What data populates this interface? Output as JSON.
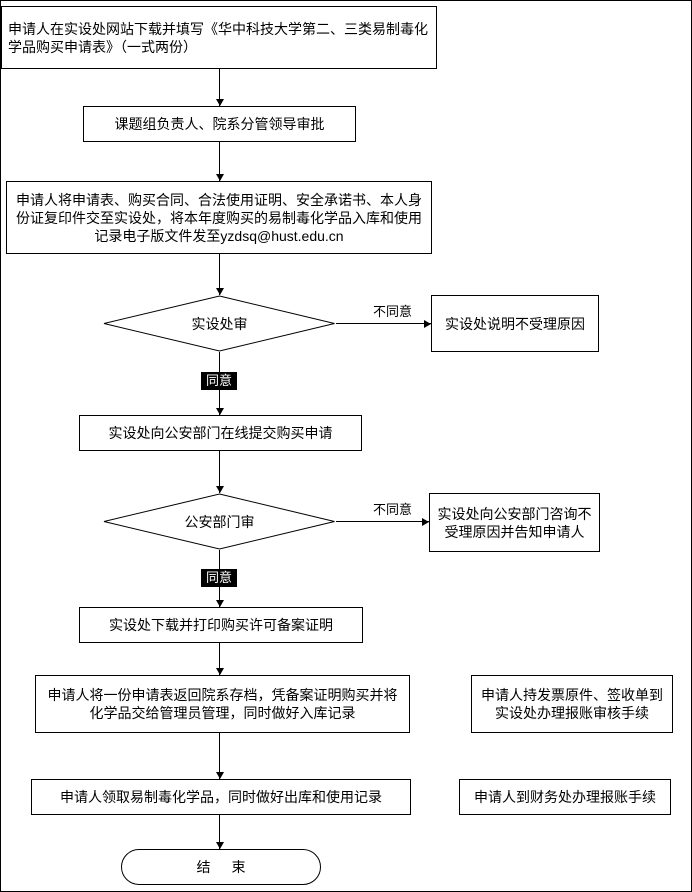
{
  "diagram": {
    "nodes": {
      "step1": "申请人在实设处网站下载并填写《华中科技大学第二、三类易制毒化学品购买申请表》（一式两份）",
      "step2": "课题组负责人、院系分管领导审批",
      "step3": "申请人将申请表、购买合同、合法使用证明、安全承诺书、本人身份证复印件交至实设处，将本年度购买的易制毒化学品入库和使用记录电子版文件发至yzdsq@hust.edu.cn",
      "decision1": "实设处审",
      "reject1": "实设处说明不受理原因",
      "step4": "实设处向公安部门在线提交购买申请",
      "decision2": "公安部门审",
      "reject2": "实设处向公安部门咨询不受理原因并告知申请人",
      "step5": "实设处下载并打印购买许可备案证明",
      "step6": "申请人将一份申请表返回院系存档，凭备案证明购买并将化学品交给管理员管理，同时做好入库记录",
      "side1": "申请人持发票原件、签收单到实设处办理报账审核手续",
      "step7": "申请人领取易制毒化学品，同时做好出库和使用记录",
      "side2": "申请人到财务处办理报账手续",
      "end": "结束"
    },
    "edge_labels": {
      "agree": "同意",
      "disagree": "不同意"
    }
  }
}
